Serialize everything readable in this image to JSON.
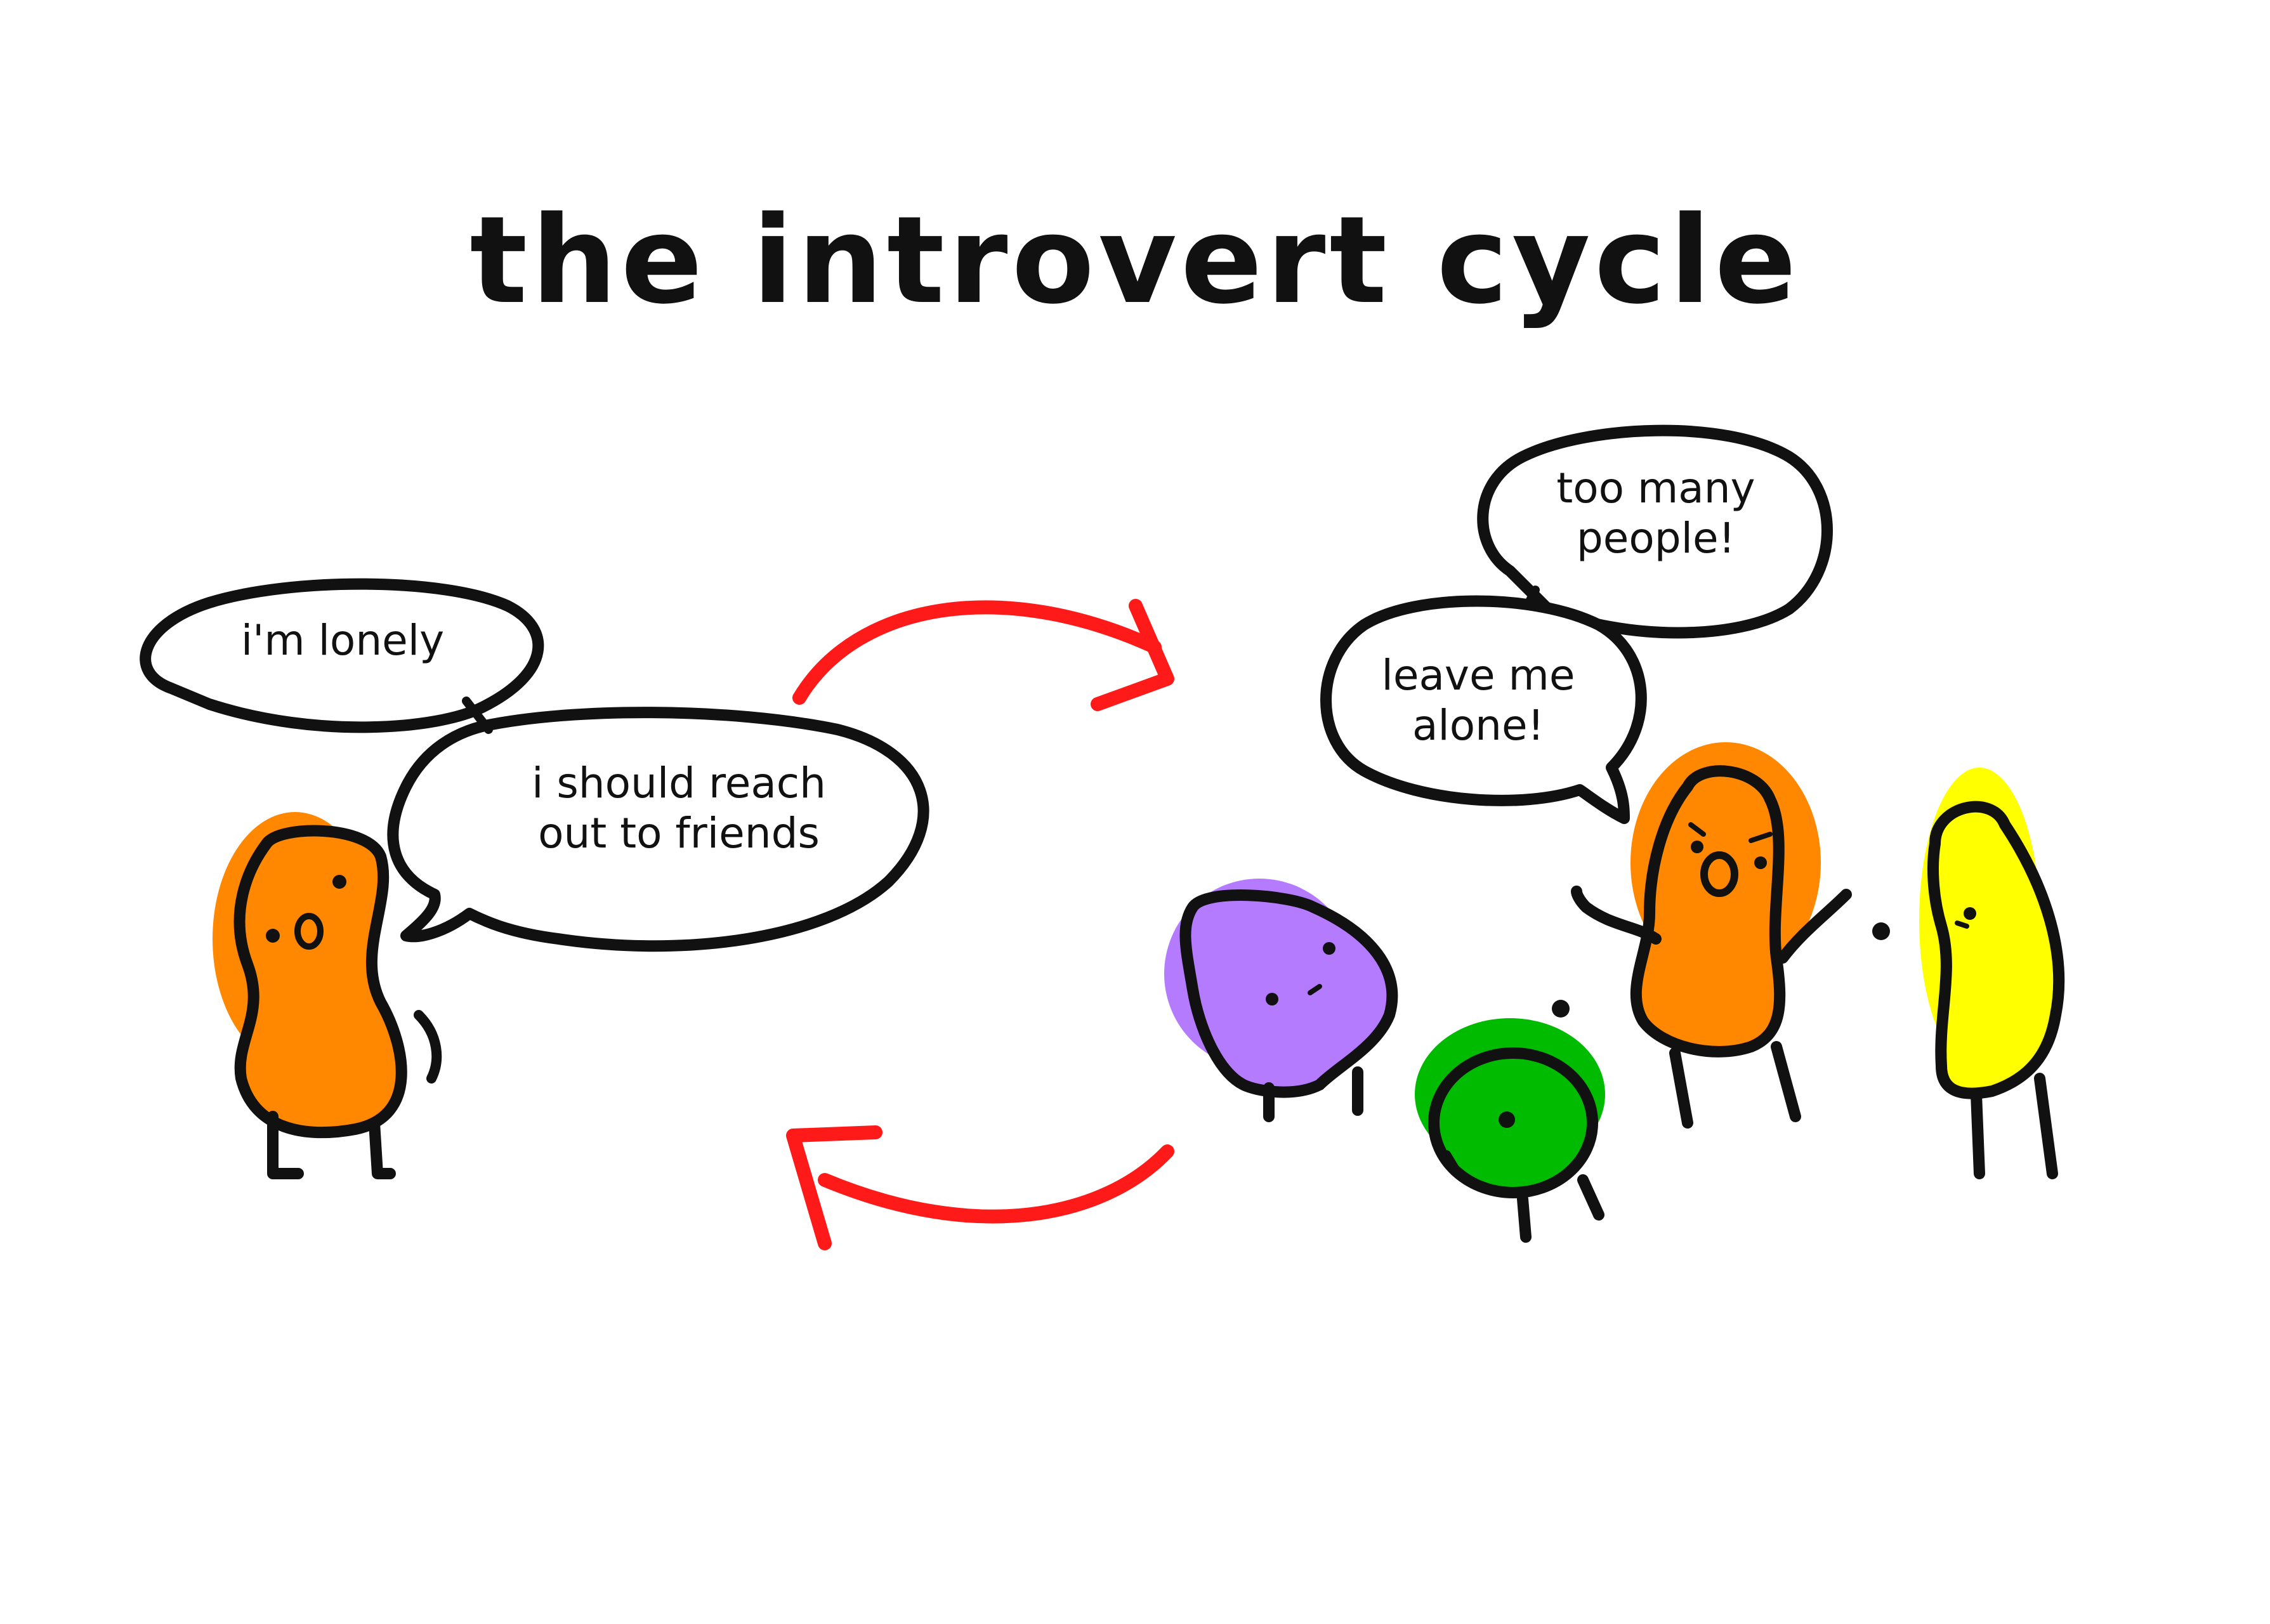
{
  "title": "the introvert cycle",
  "bubbles": {
    "lonely": "i'm lonely",
    "reach_line1": "i should reach",
    "reach_line2": "out to friends",
    "too_many_line1": "too many",
    "too_many_line2": "people!",
    "leave_line1": "leave me",
    "leave_line2": "alone!"
  },
  "colors": {
    "outline": "#111111",
    "orange": "#ff8800",
    "purple": "#b57bff",
    "green": "#00bb00",
    "yellow": "#ffff00",
    "arrow": "#ff1a1a"
  }
}
